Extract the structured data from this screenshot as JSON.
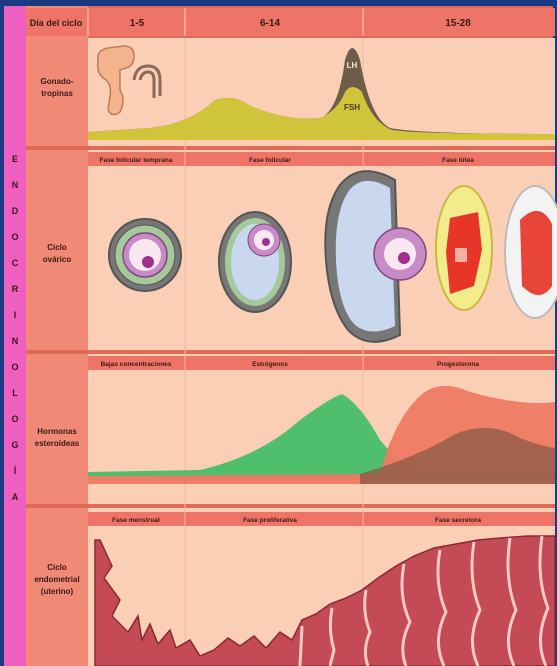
{
  "header": {
    "day_label": "Día del ciclo",
    "days": [
      "1-5",
      "6-14",
      "15-28"
    ]
  },
  "side_label_letters": [
    "E",
    "N",
    "D",
    "O",
    "C",
    "R",
    "I",
    "N",
    "O",
    "L",
    "O",
    "G",
    "Í",
    "A"
  ],
  "rows": {
    "gonadotropins": {
      "label_lines": [
        "Gonado-",
        "tropinas"
      ],
      "curves": [
        "LH",
        "FSH"
      ]
    },
    "ovarian": {
      "label_lines": [
        "Ciclo",
        "ovárico"
      ],
      "phases": [
        "Fase folicular temprana",
        "Fase folicular",
        "Fase lútea"
      ]
    },
    "hormones": {
      "label_lines": [
        "Hormonas",
        "esteroideas"
      ],
      "phases": [
        "Bajas concentraciones",
        "Estrógenos",
        "Progesterona"
      ]
    },
    "endometrial": {
      "label_lines": [
        "Ciclo",
        "endometrial",
        "(uterino)"
      ],
      "phases": [
        "Fase menstrual",
        "Fase proliferativa",
        "Fase secretora"
      ]
    }
  },
  "colors": {
    "frame": "#1a3a82",
    "side_strip": "#ee5fc0",
    "label_col": "#f08a76",
    "header": "#ee7468",
    "panel": "#fbcfb6",
    "lh": "#6e5d4a",
    "fsh": "#cfc43a",
    "estrogen": "#4fbf6e",
    "progesterone": "#ee7a62",
    "endometrium": "#c44a55"
  }
}
